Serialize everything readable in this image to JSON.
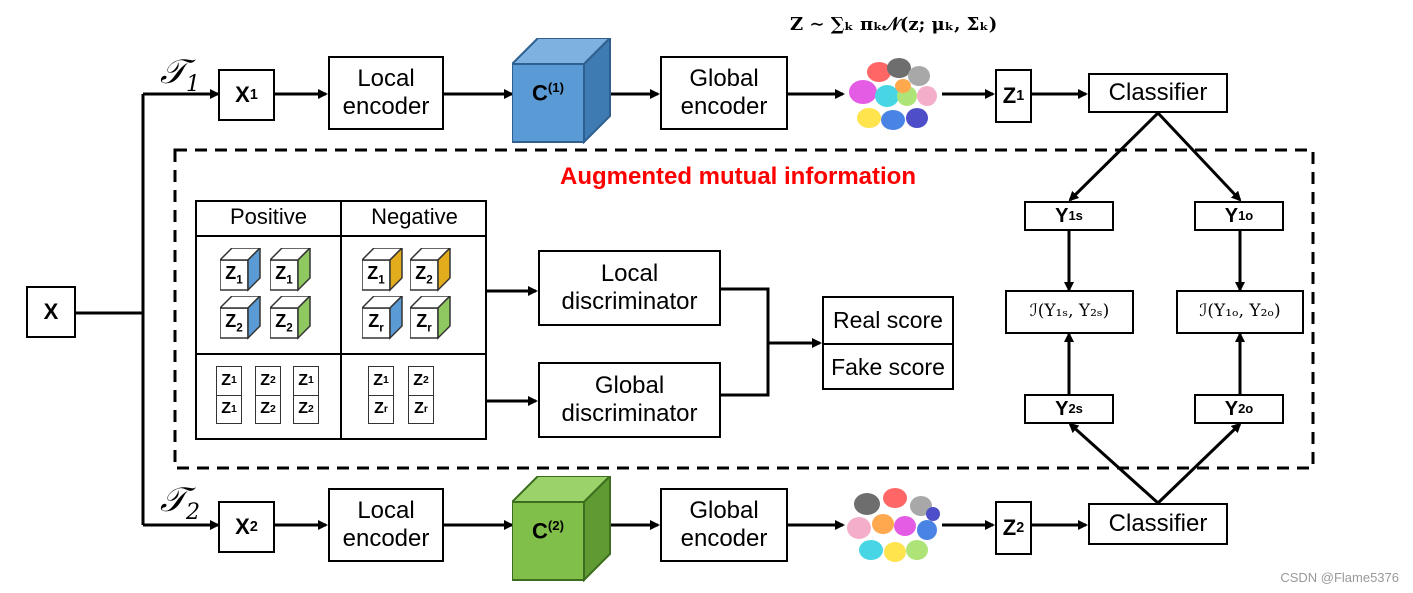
{
  "input": "X",
  "transform1": "𝒯",
  "transform1_sub": "1",
  "transform2": "𝒯",
  "transform2_sub": "2",
  "top": {
    "x_label": "X",
    "x_sub": "1",
    "local_encoder": [
      "Local",
      "encoder"
    ],
    "cube_label": "C",
    "cube_sup": "(1)",
    "global_encoder": [
      "Global",
      "encoder"
    ],
    "mixture_formula": "Z ∼ ∑ₖ πₖ𝒩(z; μₖ, Σₖ)",
    "z_label": "Z",
    "z_sub": "1",
    "classifier": "Classifier"
  },
  "bottom": {
    "x_label": "X",
    "x_sub": "2",
    "local_encoder": [
      "Local",
      "encoder"
    ],
    "cube_label": "C",
    "cube_sup": "(2)",
    "global_encoder": [
      "Global",
      "encoder"
    ],
    "z_label": "Z",
    "z_sub": "2",
    "classifier": "Classifier"
  },
  "ami_title": "Augmented mutual information",
  "table": {
    "positive": "Positive",
    "negative": "Negative",
    "pos_cubes": [
      {
        "z": "Z",
        "sub": "1",
        "color": "#5b9bd5"
      },
      {
        "z": "Z",
        "sub": "1",
        "color": "#8fc760"
      },
      {
        "z": "Z",
        "sub": "2",
        "color": "#5b9bd5"
      },
      {
        "z": "Z",
        "sub": "2",
        "color": "#8fc760"
      }
    ],
    "neg_cubes": [
      {
        "z": "Z",
        "sub": "1",
        "color": "#e3ac1c"
      },
      {
        "z": "Z",
        "sub": "2",
        "color": "#e3ac1c"
      },
      {
        "z": "Z",
        "sub": "r",
        "color": "#5b9bd5"
      },
      {
        "z": "Z",
        "sub": "r",
        "color": "#8fc760"
      }
    ],
    "pos_pairs": [
      [
        "Z",
        "1",
        "Z",
        "1"
      ],
      [
        "Z",
        "2",
        "Z",
        "2"
      ],
      [
        "Z",
        "1",
        "Z",
        "2"
      ]
    ],
    "neg_pairs": [
      [
        "Z",
        "1",
        "Z",
        "r"
      ],
      [
        "Z",
        "2",
        "Z",
        "r"
      ]
    ]
  },
  "local_discriminator": [
    "Local",
    "discriminator"
  ],
  "global_discriminator": [
    "Global",
    "discriminator"
  ],
  "real_score": "Real score",
  "fake_score": "Fake score",
  "y1s": "Y",
  "y1s_sub": "1s",
  "y1o": "Y",
  "y1o_sub": "1o",
  "y2s": "Y",
  "y2s_sub": "2s",
  "y2o": "Y",
  "y2o_sub": "2o",
  "mi_s": "ℐ(Y₁ₛ, Y₂ₛ)",
  "mi_o": "ℐ(Y₁ₒ, Y₂ₒ)",
  "watermark": "CSDN @Flame5376",
  "colors": {
    "cube1": "#5b9bd5",
    "cube2": "#7fbf4a",
    "title_red": "#ff0000"
  }
}
